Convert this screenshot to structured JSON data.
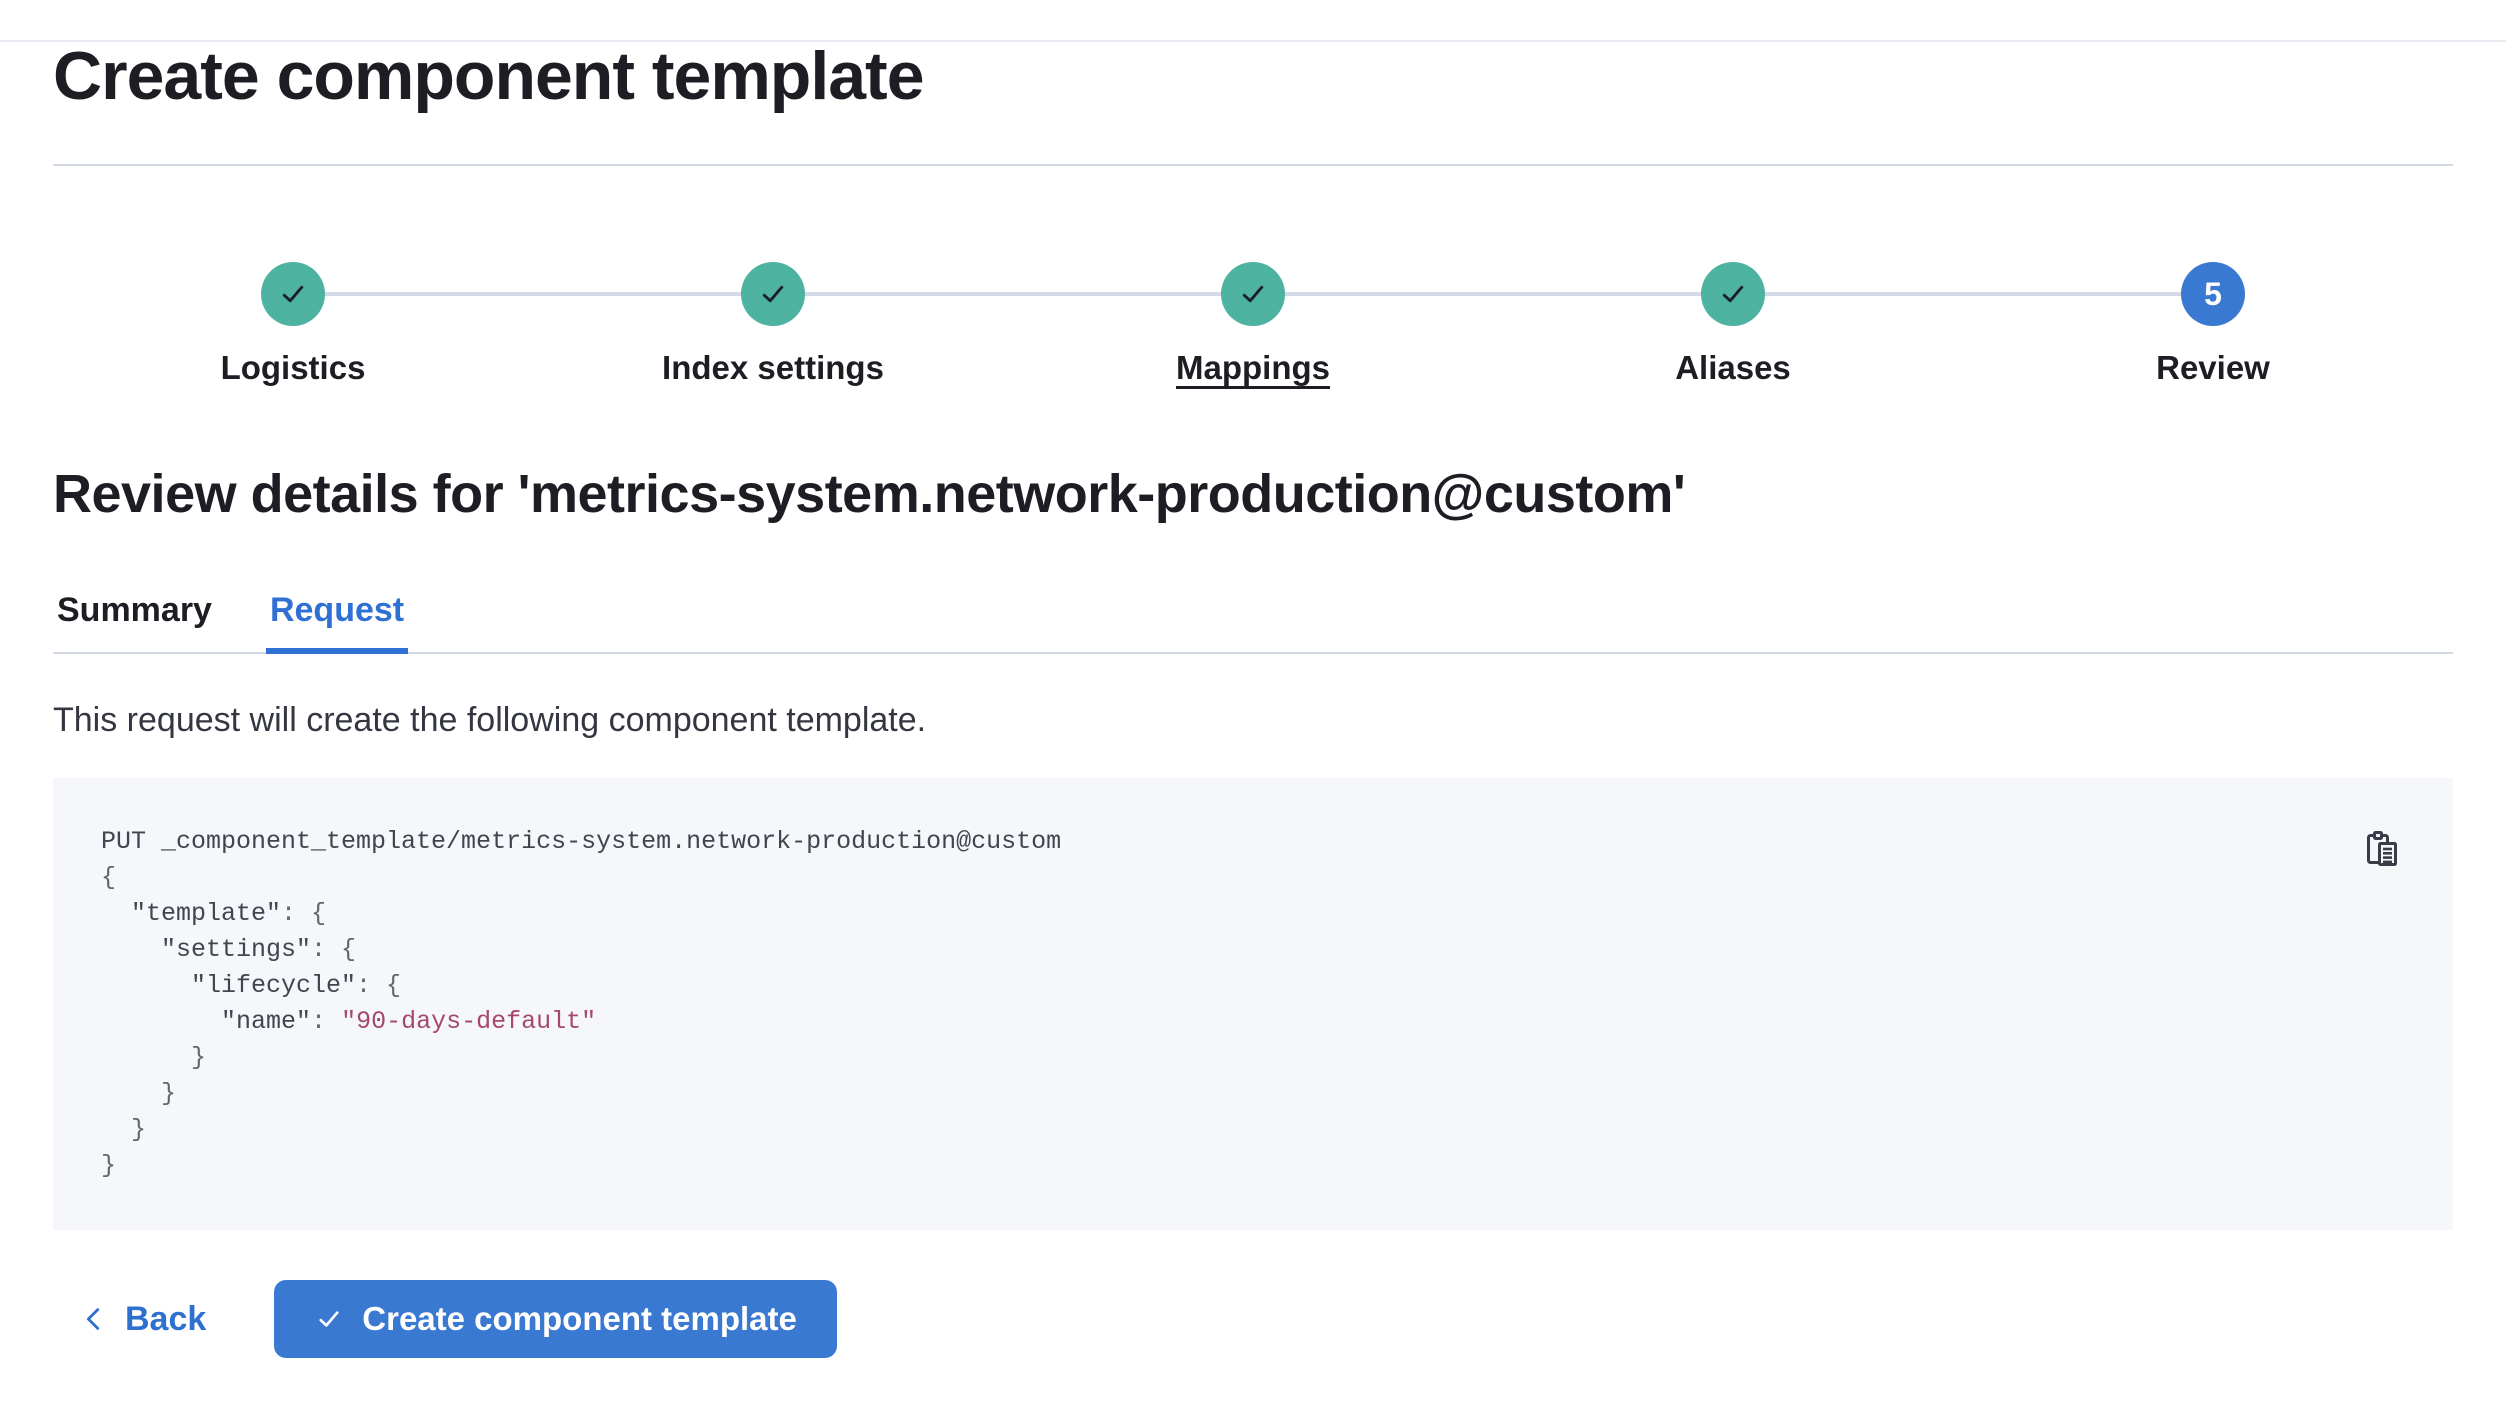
{
  "page": {
    "title": "Create component template"
  },
  "colors": {
    "accent_blue": "#3a79d1",
    "link_blue": "#2e70ce",
    "tab_active_blue": "#2f70d4",
    "success_teal": "#4db2a0",
    "divider_gray": "#d3dae6",
    "code_background": "#f5f7fa",
    "code_string": "#a5486b"
  },
  "stepper": {
    "steps": [
      {
        "label": "Logistics",
        "status": "complete"
      },
      {
        "label": "Index settings",
        "status": "complete"
      },
      {
        "label": "Mappings",
        "status": "complete",
        "underlined": true
      },
      {
        "label": "Aliases",
        "status": "complete"
      },
      {
        "label": "Review",
        "status": "current",
        "number": "5"
      }
    ]
  },
  "review": {
    "heading": "Review details for 'metrics-system.network-production@custom'",
    "tabs": [
      {
        "label": "Summary",
        "active": false
      },
      {
        "label": "Request",
        "active": true
      }
    ],
    "description": "This request will create the following component template."
  },
  "code_block": {
    "copy_icon": "copy-clipboard-icon",
    "lines": [
      [
        {
          "t": "PUT _component_template/metrics-system.network-production@custom",
          "c": "k"
        }
      ],
      [
        {
          "t": "{",
          "c": "p"
        }
      ],
      [
        {
          "t": "  \"template\"",
          "c": "k"
        },
        {
          "t": ": {",
          "c": "p"
        }
      ],
      [
        {
          "t": "    \"settings\"",
          "c": "k"
        },
        {
          "t": ": {",
          "c": "p"
        }
      ],
      [
        {
          "t": "      \"lifecycle\"",
          "c": "k"
        },
        {
          "t": ": {",
          "c": "p"
        }
      ],
      [
        {
          "t": "        \"name\"",
          "c": "k"
        },
        {
          "t": ": ",
          "c": "p"
        },
        {
          "t": "\"90-days-default\"",
          "c": "s"
        }
      ],
      [
        {
          "t": "      }",
          "c": "p"
        }
      ],
      [
        {
          "t": "    }",
          "c": "p"
        }
      ],
      [
        {
          "t": "  }",
          "c": "p"
        }
      ],
      [
        {
          "t": "}",
          "c": "p"
        }
      ]
    ]
  },
  "footer": {
    "back_label": "Back",
    "create_label": "Create component template"
  }
}
